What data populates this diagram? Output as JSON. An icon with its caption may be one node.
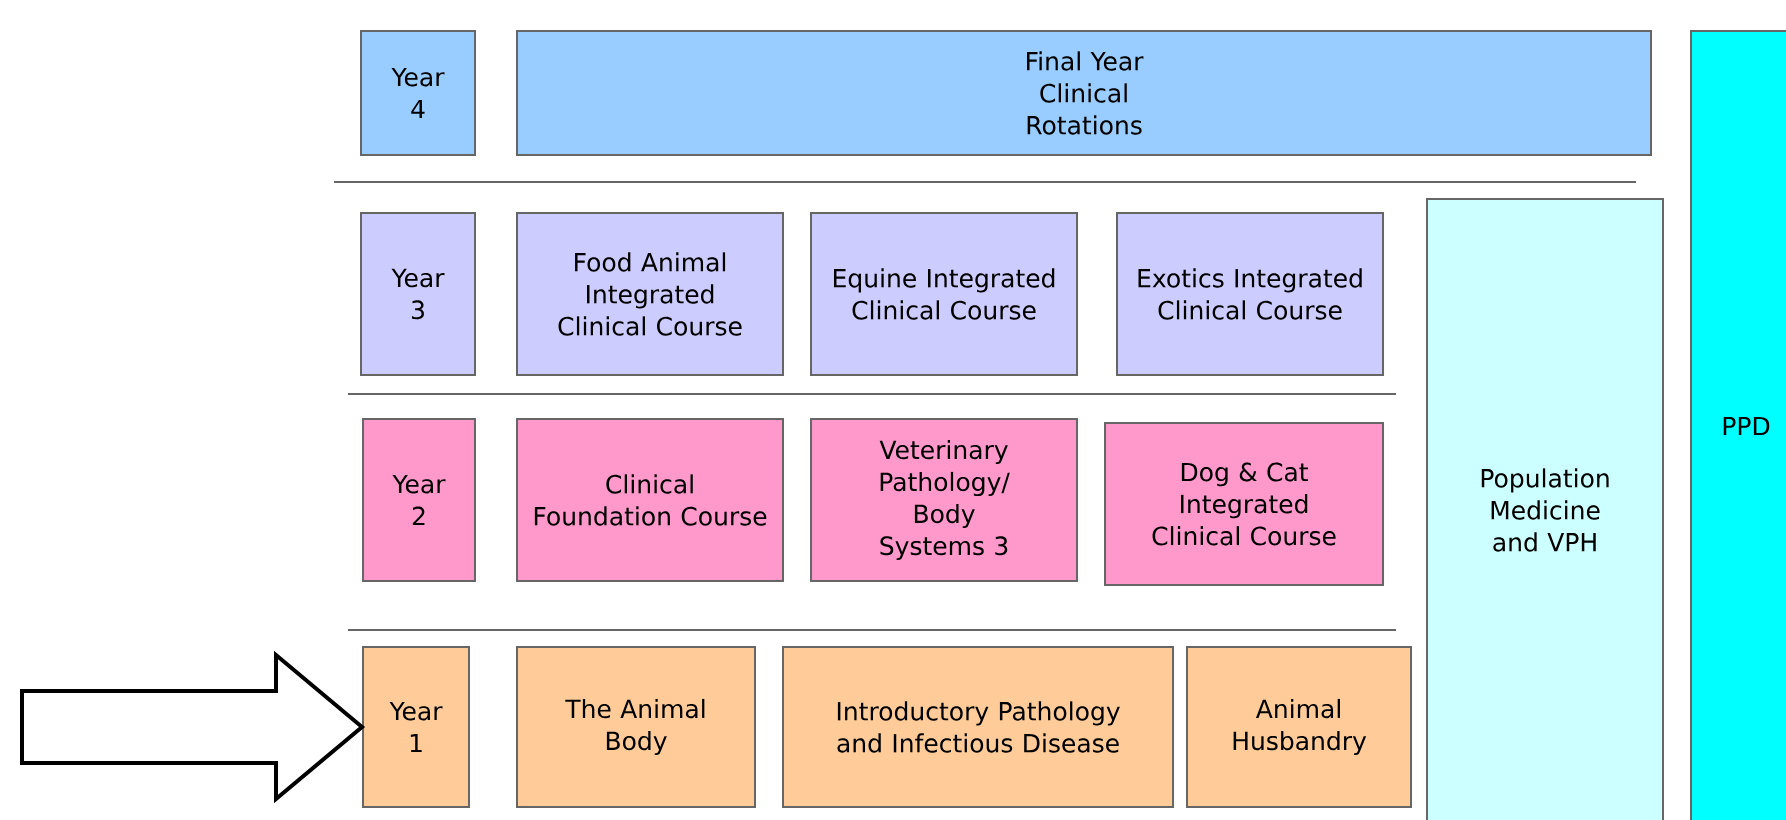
{
  "diagram": {
    "nodes": [
      {
        "text": [
          "Year 4"
        ]
      },
      {
        "text": [
          "Final Year Clinical Rotations"
        ]
      },
      {
        "text": [
          "PPD"
        ]
      },
      {
        "text": [
          "Year 3"
        ]
      },
      {
        "text": [
          "Food Animal Integrated Clinical Course"
        ]
      },
      {
        "text": [
          "Equine Integrated Clinical Course"
        ]
      },
      {
        "text": [
          "Exotics Integrated Clinical Course"
        ]
      },
      {
        "text": [
          "Population Medicine and VPH"
        ]
      },
      {
        "text": [
          "Year 2"
        ]
      },
      {
        "text": [
          "Clinical Foundation Course"
        ]
      },
      {
        "text": [
          "Veterinary Pathology/ Body Systems 3"
        ]
      },
      {
        "text": [
          "Dog & Cat Integrated Clinical Course"
        ]
      },
      {
        "text": [
          "Year 1"
        ]
      },
      {
        "text": [
          "The Animal Body"
        ]
      },
      {
        "text": [
          "Introductory Pathology and Infectious Disease"
        ]
      },
      {
        "text": [
          "Animal Husbandry"
        ]
      }
    ],
    "edges": [
      {
        "from": null,
        "to": 12,
        "arrow": "to"
      }
    ]
  }
}
